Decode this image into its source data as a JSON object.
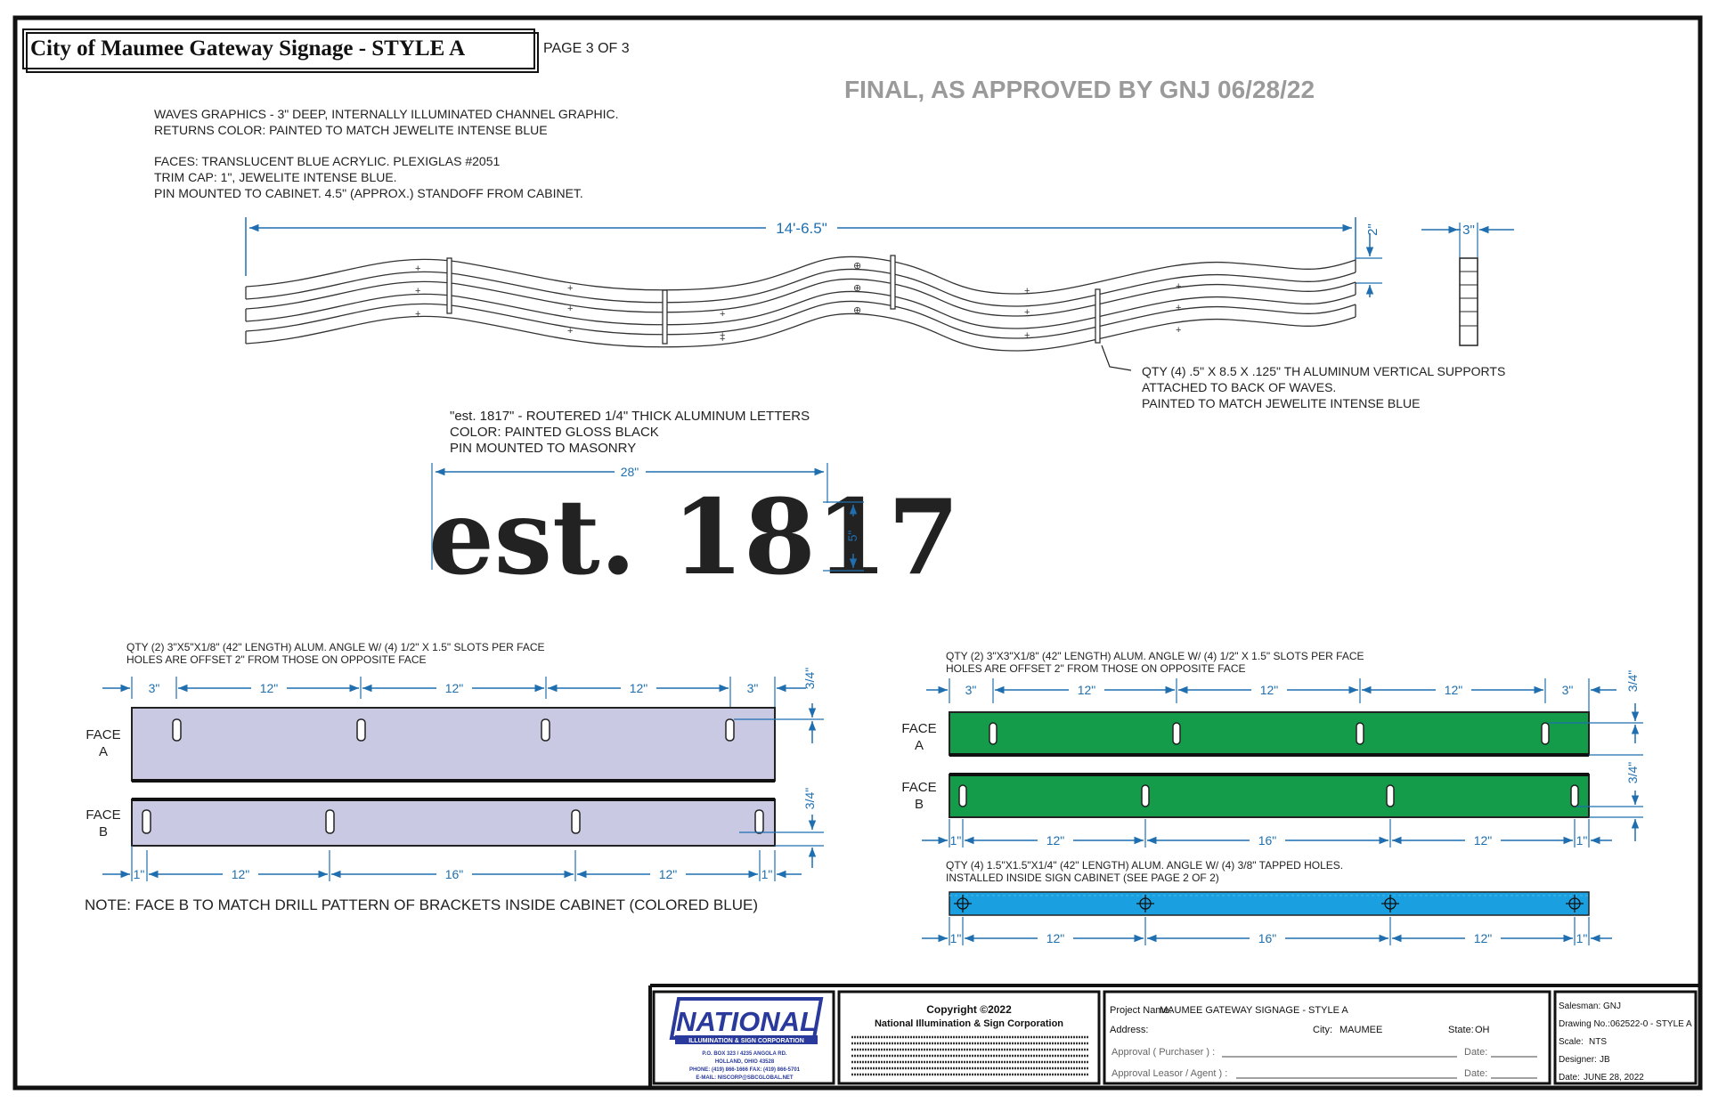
{
  "title": {
    "main": "City of Maumee Gateway Signage - STYLE A",
    "page": "PAGE 3 OF 3",
    "approval_stamp": "FINAL, AS APPROVED BY GNJ 06/28/22"
  },
  "waves": {
    "notes": [
      "WAVES GRAPHICS - 3\" DEEP, INTERNALLY ILLUMINATED CHANNEL GRAPHIC.",
      "RETURNS COLOR: PAINTED TO MATCH JEWELITE INTENSE BLUE",
      "FACES: TRANSLUCENT BLUE ACRYLIC. PLEXIGLAS #2051",
      "TRIM CAP: 1\", JEWELITE INTENSE BLUE.",
      "PIN MOUNTED TO CABINET. 4.5\" (APPROX.) STANDOFF FROM CABINET."
    ],
    "length_dim": "14'-6.5\"",
    "height_dim": "2\"",
    "depth_dim": "3\"",
    "support_notes": [
      "QTY (4) .5\" X 8.5 X .125\" TH ALUMINUM VERTICAL SUPPORTS",
      "ATTACHED TO BACK OF WAVES.",
      "PAINTED TO MATCH JEWELITE INTENSE BLUE"
    ]
  },
  "est": {
    "notes": [
      "\"est. 1817\" - ROUTERED 1/4\" THICK ALUMINUM LETTERS",
      "COLOR: PAINTED GLOSS BLACK",
      "PIN MOUNTED TO MASONRY"
    ],
    "text": "est. 1817",
    "width_dim": "28\"",
    "height_dim": "5\""
  },
  "left_brackets": {
    "notes": [
      "QTY (2) 3\"X5\"X1/8\" (42\" LENGTH) ALUM. ANGLE W/ (4) 1/2\" X 1.5\" SLOTS PER FACE",
      "HOLES ARE OFFSET 2\" FROM THOSE ON OPPOSITE FACE"
    ],
    "face_a": "FACE A",
    "face_b": "FACE B",
    "top_dims": [
      "3\"",
      "12\"",
      "12\"",
      "12\"",
      "3\""
    ],
    "bottom_dims": [
      "1\"",
      "12\"",
      "16\"",
      "12\"",
      "1\""
    ],
    "side_dim": "3/4\"",
    "note_b": "NOTE: FACE B TO MATCH DRILL PATTERN OF BRACKETS INSIDE CABINET (COLORED BLUE)",
    "color": "#c9c9e4"
  },
  "right_brackets": {
    "notes": [
      "QTY (2) 3\"X3\"X1/8\" (42\" LENGTH) ALUM. ANGLE W/ (4) 1/2\" X 1.5\" SLOTS PER FACE",
      "HOLES ARE OFFSET 2\" FROM THOSE ON OPPOSITE FACE"
    ],
    "face_a": "FACE A",
    "face_b": "FACE B",
    "top_dims": [
      "3\"",
      "12\"",
      "12\"",
      "12\"",
      "3\""
    ],
    "mid_dims": [
      "1\"",
      "12\"",
      "16\"",
      "12\"",
      "1\""
    ],
    "side_dim": "3/4\"",
    "color": "#149c4a",
    "inner_notes": [
      "QTY (4) 1.5\"X1.5\"X1/4\" (42\" LENGTH) ALUM. ANGLE W/ (4) 3/8\" TAPPED HOLES.",
      "INSTALLED INSIDE SIGN CABINET (SEE PAGE 2 OF 2)"
    ],
    "inner_dims": [
      "1\"",
      "12\"",
      "16\"",
      "12\"",
      "1\""
    ],
    "inner_color": "#1aa0e0"
  },
  "title_block": {
    "logo": "NATIONAL",
    "logo_sub": "ILLUMINATION & SIGN CORPORATION",
    "address_lines": [
      "P.O. BOX 323 / 4235 ANGOLA RD.",
      "HOLLAND, OHIO 43528",
      "PHONE: (419) 866-1666    FAX: (419) 866-5701",
      "E-MAIL: NISCORP@SBCGLOBAL.NET"
    ],
    "copyright": "Copyright ©2022",
    "company": "National Illumination & Sign Corporation",
    "project_label": "Project Name:",
    "project_value": "MAUMEE GATEWAY SIGNAGE - STYLE A",
    "address_label": "Address:",
    "city_label": "City:",
    "city_value": "MAUMEE",
    "state_label": "State:",
    "state_value": "OH",
    "approval_purchaser": "Approval ( Purchaser ) :",
    "approval_lessor": "Approval Leasor / Agent ) :",
    "date_label": "Date:",
    "salesman_label": "Salesman:",
    "salesman_value": "GNJ",
    "drawing_label": "Drawing No.:",
    "drawing_value": "062522-0 - STYLE A",
    "scale_label": "Scale:",
    "scale_value": "NTS",
    "designer_label": "Designer:",
    "designer_value": "JB",
    "date_value_label": "Date:",
    "date_value": "JUNE 28, 2022"
  },
  "colors": {
    "dim": "#1f6fb0",
    "stamp": "#9a9a9a"
  }
}
